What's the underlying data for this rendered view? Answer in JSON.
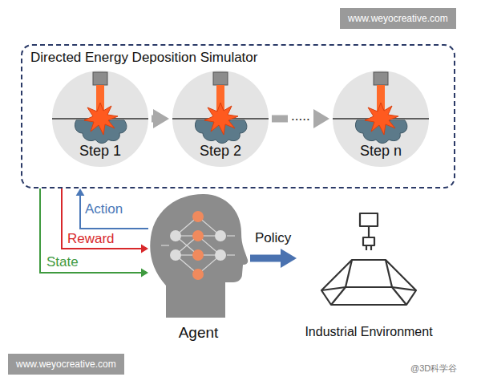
{
  "diagram": {
    "nodes": [
      {
        "text": [
          "Directed Energy Deposition Simulator"
        ]
      },
      {
        "text": [
          "Step 1"
        ],
        "in": 0
      },
      {
        "text": [
          "Step 2"
        ],
        "in": 0
      },
      {
        "text": [
          "Step n"
        ],
        "in": 0
      },
      {
        "text": [
          "Agent"
        ]
      },
      {
        "text": [
          "Industrial Environment"
        ]
      }
    ],
    "edges": [
      {
        "from": 1,
        "to": 2,
        "arrow": "to"
      },
      {
        "from": 2,
        "to": 3,
        "label": ".....",
        "arrow": "to"
      },
      {
        "from": 4,
        "to": 0,
        "label": "Action",
        "arrow": "to"
      },
      {
        "from": 0,
        "to": 4,
        "label": "Reward",
        "arrow": "to"
      },
      {
        "from": 0,
        "to": 4,
        "label": "State",
        "arrow": "to"
      },
      {
        "from": 4,
        "to": 5,
        "label": "Policy",
        "arrow": "to"
      }
    ],
    "labels": [
      "www.weyocreative.com",
      "www.weyocreative.com",
      "@3D科学谷"
    ]
  }
}
